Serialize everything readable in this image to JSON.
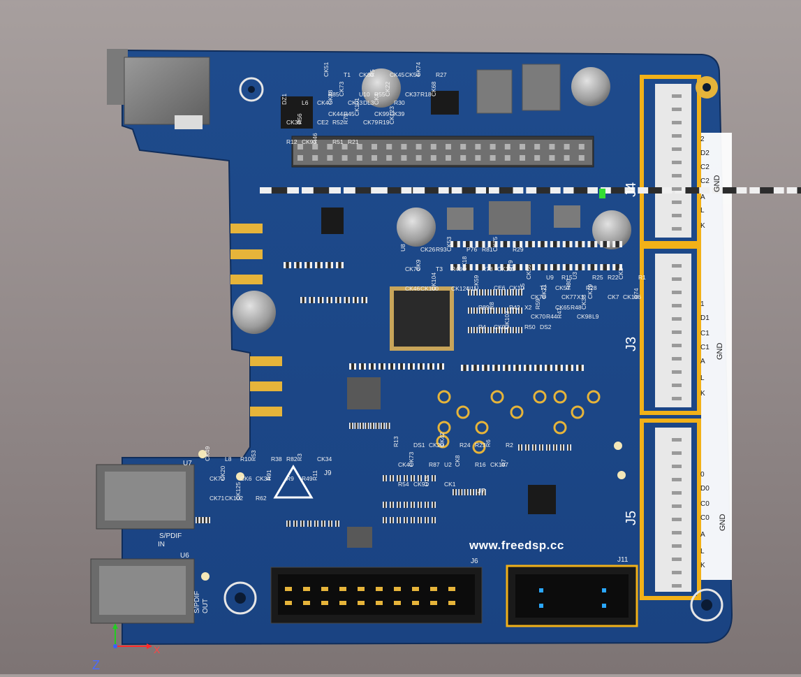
{
  "website": "www.freedsp.cc",
  "connectors": {
    "j4": "J4",
    "j3": "J3",
    "j5": "J5",
    "j6": "J6",
    "j11": "J11",
    "j7": "J7",
    "j9": "J9",
    "gnd": "GND",
    "pins": [
      "2",
      "D2",
      "C2",
      "C2",
      "A",
      "L",
      "K",
      "1",
      "D1",
      "C1",
      "C1",
      "A",
      "L",
      "K",
      "0",
      "D0",
      "C0",
      "C0",
      "A",
      "L",
      "K"
    ]
  },
  "spdif": {
    "in_line1": "S/PDIF",
    "in_line2": "IN",
    "out_line1": "S/PDIF",
    "out_line2": "OUT",
    "u7": "U7",
    "u6": "U6"
  },
  "axes": {
    "x": "X",
    "z": "Z"
  },
  "refdes": [
    "DZ1",
    "CK51",
    "U8",
    "CK59",
    "CK56",
    "R13",
    "CK49",
    "L6",
    "T1",
    "CK26",
    "CE6",
    "U9",
    "DS1",
    "L8",
    "CK47",
    "CK80",
    "R93",
    "CK10",
    "R15",
    "CK29",
    "R10",
    "CK88",
    "R5",
    "CK53",
    "L5",
    "U3",
    "CK42",
    "R53",
    "CK13",
    "CK45",
    "P76",
    "T2",
    "R25",
    "R24",
    "R38",
    "DL3",
    "CK54",
    "R81",
    "CK57",
    "R22",
    "R23",
    "R82",
    "CK4",
    "CK74",
    "CK75",
    "R80",
    "CK3",
    "R6",
    "R3",
    "R30",
    "R27",
    "R29",
    "R28",
    "R1",
    "R2",
    "CK34",
    "CK35",
    "R85",
    "CK76",
    "R89",
    "CK78",
    "CK41",
    "CK72",
    "R56",
    "CK73",
    "CK9",
    "R8",
    "CK21",
    "CK73",
    "CK20",
    "CE2",
    "U10",
    "T3",
    "R42",
    "CK77",
    "R87",
    "CK6",
    "R52",
    "R55",
    "R43",
    "X2",
    "X1",
    "U2",
    "CK34",
    "R75",
    "CK22",
    "CK18",
    "R59",
    "CK19",
    "CK8",
    "R91",
    "CK79",
    "CK37",
    "R78",
    "CK65",
    "CK7",
    "R16",
    "R9",
    "R19",
    "R18",
    "CK105",
    "R48",
    "CK106",
    "CK107",
    "R49",
    "CK123",
    "CK68",
    "R79",
    "CK38",
    "R74",
    "R7",
    "R11",
    "R12",
    "CK44",
    "CK46",
    "R4",
    "CK70",
    "R54",
    "CK71",
    "CK93",
    "R45",
    "CK100",
    "CK92",
    "R44",
    "CK91",
    "CK102",
    "R46",
    "CK101",
    "CK104",
    "CK103",
    "R47",
    "U15",
    "CK125",
    "R51",
    "CK99",
    "CK124",
    "R50",
    "CK98",
    "CK1",
    "R62",
    "R21",
    "CK39",
    "U11",
    "DS2",
    "L9"
  ]
}
